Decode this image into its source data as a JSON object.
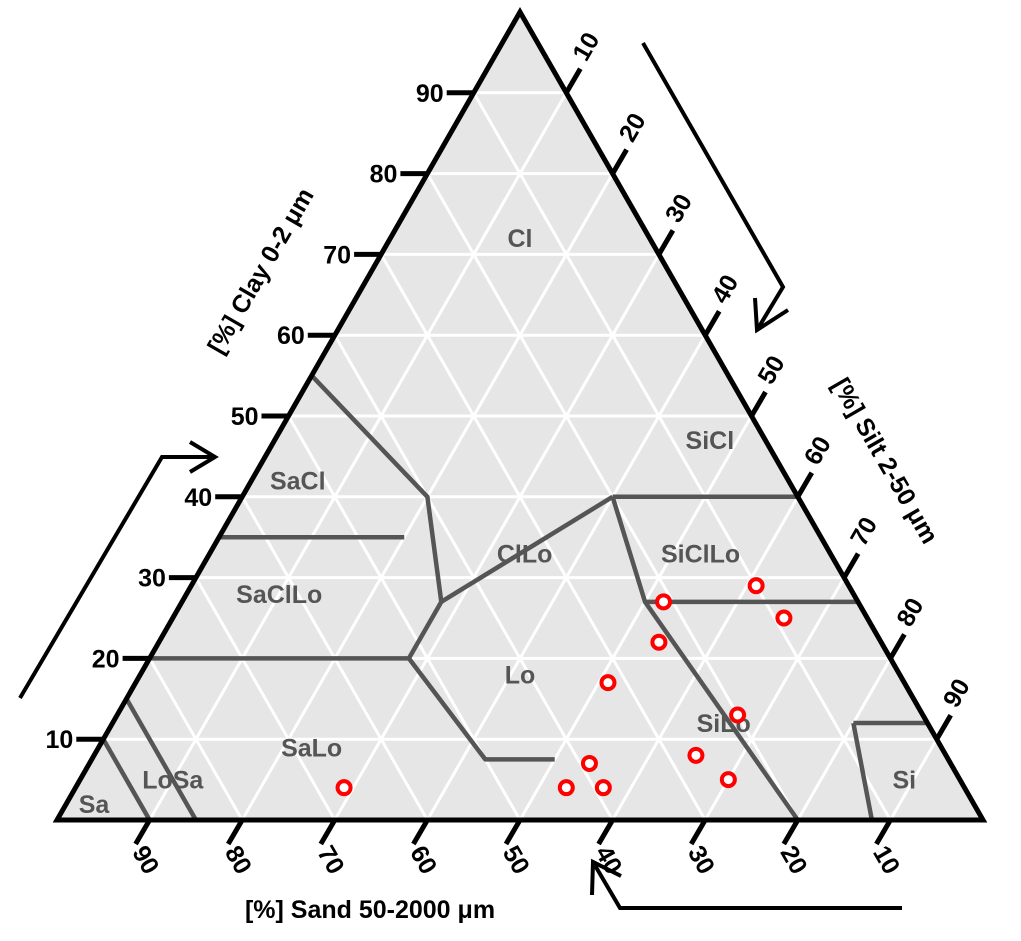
{
  "chart_data": {
    "type": "scatter",
    "subtype": "ternary",
    "axes": {
      "clay": {
        "title": "[%]  Clay  0-2  μm",
        "ticks": [
          10,
          20,
          30,
          40,
          50,
          60,
          70,
          80,
          90
        ],
        "direction_arrow": "up along left edge"
      },
      "silt": {
        "title": "[%]  Silt  2-50  μm",
        "ticks": [
          10,
          20,
          30,
          40,
          50,
          60,
          70,
          80,
          90
        ],
        "direction_arrow": "down along right edge"
      },
      "sand": {
        "title": "[%]  Sand  50-2000  μm",
        "ticks": [
          90,
          80,
          70,
          60,
          50,
          40,
          30,
          20,
          10
        ],
        "direction_arrow": "left along bottom edge"
      }
    },
    "grid": true,
    "grid_step": 10,
    "background": "#e6e6e6",
    "boundary_color": "#555555",
    "point_color": "#ff0000",
    "texture_classes": [
      {
        "label": "Cl",
        "clay": 72,
        "silt": 14
      },
      {
        "label": "SiCl",
        "clay": 47,
        "silt": 47
      },
      {
        "label": "SaCl",
        "clay": 42,
        "silt": 5
      },
      {
        "label": "ClLo",
        "clay": 33,
        "silt": 34
      },
      {
        "label": "SiClLo",
        "clay": 33,
        "silt": 53
      },
      {
        "label": "SaClLo",
        "clay": 28,
        "silt": 10
      },
      {
        "label": "Lo",
        "clay": 18,
        "silt": 41
      },
      {
        "label": "SiLo",
        "clay": 12,
        "silt": 66
      },
      {
        "label": "SaLo",
        "clay": 9,
        "silt": 23
      },
      {
        "label": "LoSa",
        "clay": 5,
        "silt": 10
      },
      {
        "label": "Sa",
        "clay": 2,
        "silt": 3
      },
      {
        "label": "Si",
        "clay": 5,
        "silt": 89
      }
    ],
    "points": [
      {
        "sand": 21,
        "silt": 52,
        "clay": 27
      },
      {
        "sand": 10,
        "silt": 61,
        "clay": 29
      },
      {
        "sand": 9,
        "silt": 66,
        "clay": 25
      },
      {
        "sand": 24,
        "silt": 54,
        "clay": 22
      },
      {
        "sand": 20,
        "silt": 67,
        "clay": 13
      },
      {
        "sand": 32,
        "silt": 51,
        "clay": 17
      },
      {
        "sand": 27,
        "silt": 65,
        "clay": 8
      },
      {
        "sand": 25,
        "silt": 70,
        "clay": 5
      },
      {
        "sand": 39,
        "silt": 54,
        "clay": 7
      },
      {
        "sand": 39,
        "silt": 57,
        "clay": 4
      },
      {
        "sand": 43,
        "silt": 53,
        "clay": 4
      },
      {
        "sand": 67,
        "silt": 29,
        "clay": 4
      }
    ]
  }
}
